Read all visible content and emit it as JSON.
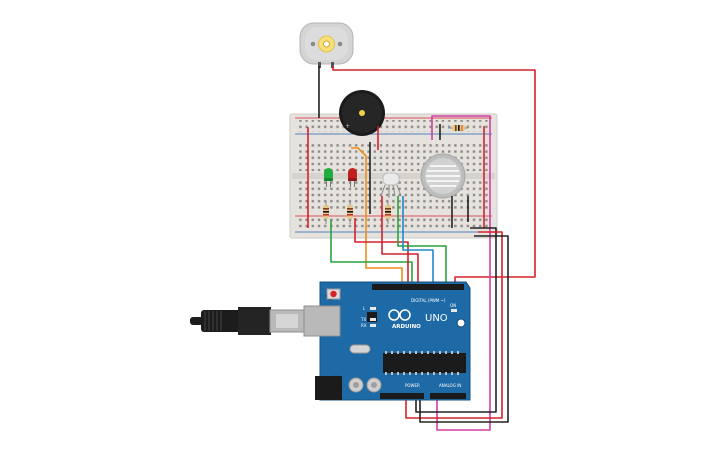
{
  "board": {
    "brand": "ARDUINO",
    "model": "UNO",
    "digital_header_label": "DIGITAL (PWM ~)",
    "power_header_label": "POWER",
    "analog_header_label": "ANALOG IN",
    "led_labels": [
      "L",
      "TX",
      "RX"
    ],
    "on_label": "ON"
  },
  "colors": {
    "board": "#1e6aa6",
    "breadboard": "#e6e3df",
    "wire_red": "#d5212a",
    "wire_black": "#222222",
    "wire_orange": "#f08c18",
    "wire_green": "#27a33c",
    "wire_blue": "#1f88c9",
    "wire_magenta": "#d13fa5",
    "led_green": "#1fae3e",
    "led_red": "#c21f1f"
  },
  "components": [
    {
      "name": "dc-motor"
    },
    {
      "name": "piezo-buzzer"
    },
    {
      "name": "green-led"
    },
    {
      "name": "red-led"
    },
    {
      "name": "gas-sensor"
    },
    {
      "name": "usb-cable"
    }
  ]
}
